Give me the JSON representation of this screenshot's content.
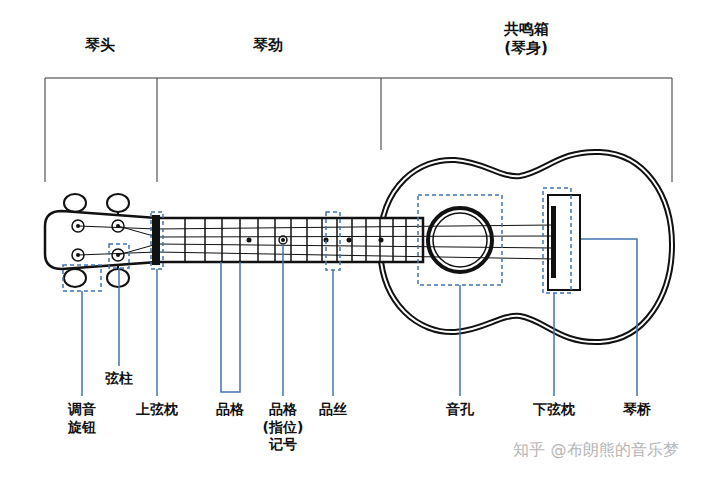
{
  "diagram": {
    "labels": [
      "琴头",
      "琴劲",
      "共鸣箱 (琴身)",
      "弦柱",
      "调音 旋钮",
      "上弦枕",
      "品格",
      "品格 (指位) 记号",
      "品丝",
      "音孔",
      "下弦枕",
      "琴桥",
      "知乎 @布朗熊的音乐梦"
    ]
  }
}
